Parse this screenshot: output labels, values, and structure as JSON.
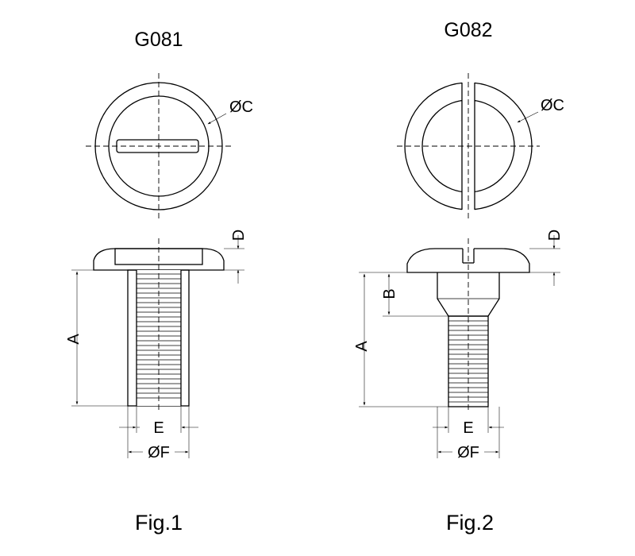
{
  "figures": [
    {
      "part_number": "G081",
      "caption": "Fig.1",
      "dimensions": {
        "head_diameter": "ØC",
        "head_height": "D",
        "length": "A",
        "thread": "E",
        "outer_diameter": "ØF"
      }
    },
    {
      "part_number": "G082",
      "caption": "Fig.2",
      "dimensions": {
        "head_diameter": "ØC",
        "head_height": "D",
        "shoulder": "B",
        "length": "A",
        "thread": "E",
        "outer_diameter": "ØF"
      }
    }
  ],
  "colors": {
    "line": "#000000",
    "background": "#ffffff"
  }
}
